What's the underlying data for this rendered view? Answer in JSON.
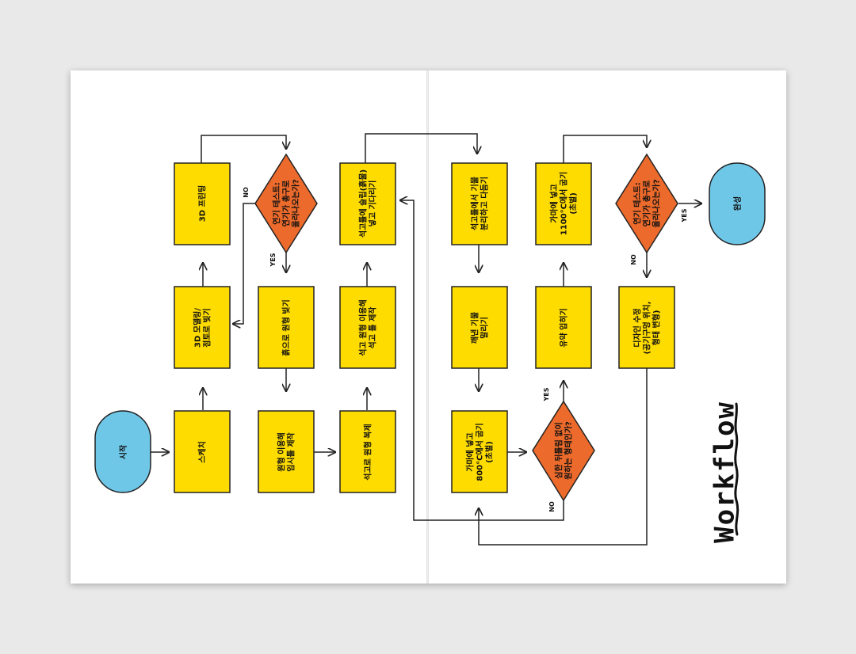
{
  "title": "Workflow",
  "colors": {
    "process": "#FFDC00",
    "decision": "#EC6A2B",
    "terminal": "#6FC7E8",
    "stroke": "#222222"
  },
  "nodes": {
    "start": "시작",
    "sketch": "스케치",
    "model": "3D 모델링/\n점토로 빚기",
    "print3d": "3D 프린팅",
    "smoke1": "연기 테스트:\n연기가 총구로\n올라나오는가?",
    "clay": "흙으로 원형 빚기",
    "mold": "원형 이용해\n임시틀 제작",
    "plaster": "석고로 원형 복제",
    "plastermold": "석고 원형 이용해\n석고 틀 제작",
    "slip": "석고틀에 슬립(흙물)\n넣고 기다리기",
    "separate": "석고틀에서 기물\n분리하고 다듬기",
    "dry": "깨낸 기물\n말리기",
    "bisque": "가마에 넣고\n800°C에서 굽기\n(초벌)",
    "crack": "심한 뒤틀림 없이\n원하는 형태인가?",
    "glaze": "유약 입히기",
    "glost": "가마에 넣고\n1100°C에서 굽기\n(초벌)",
    "smoke2": "연기 테스트:\n연기가 총구로\n올라나오는가?",
    "redesign": "디자인 수정\n(공기구멍 위치,\n형태 변형)",
    "end": "완성"
  },
  "edge_labels": {
    "smoke1_no": "NO",
    "smoke1_yes": "YES",
    "crack_yes": "YES",
    "crack_no": "NO",
    "smoke2_yes": "YES",
    "smoke2_no": "NO"
  }
}
